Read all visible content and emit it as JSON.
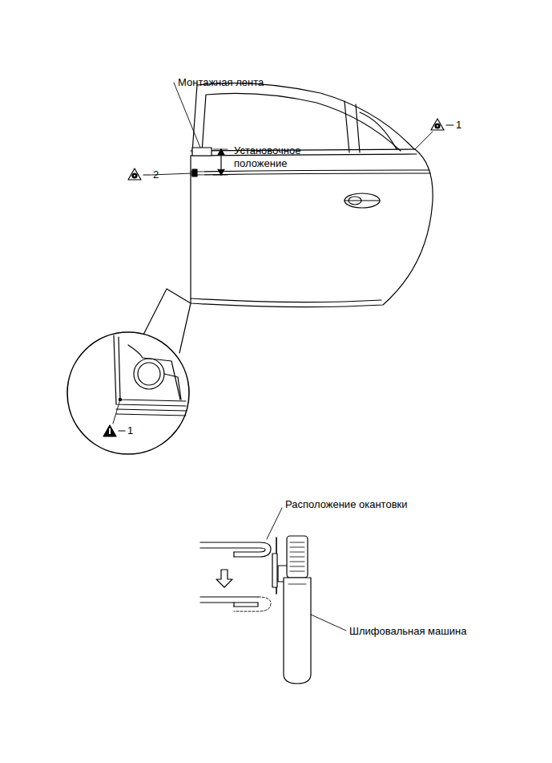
{
  "diagram": {
    "labels": [
      "Монтажная лента",
      "Установочное положение",
      "2",
      "1",
      "1",
      "Расположение окантовки",
      "Шлифовальная машина"
    ]
  }
}
